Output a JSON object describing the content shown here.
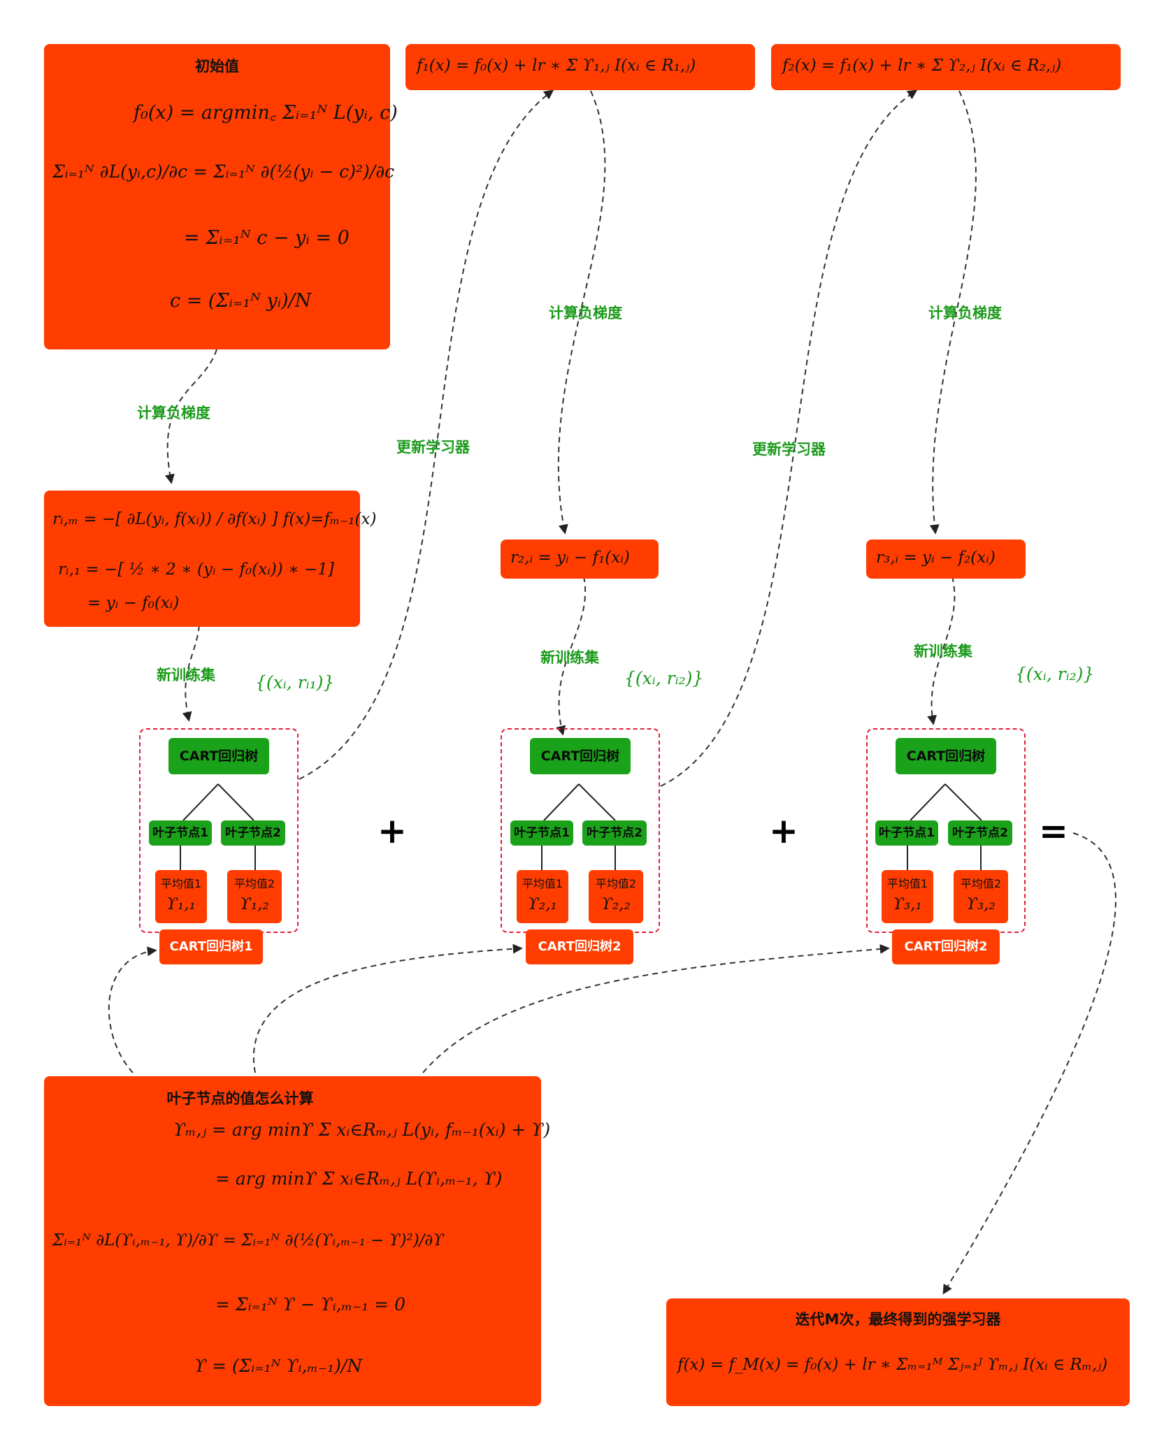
{
  "init_box": {
    "title": "初始值",
    "lines": [
      "f₀(x) = argmin꜀ Σᵢ₌₁ᴺ L(yᵢ, c)",
      "Σᵢ₌₁ᴺ ∂L(yᵢ,c)/∂c = Σᵢ₌₁ᴺ ∂(½(yᵢ − c)²)/∂c",
      "= Σᵢ₌₁ᴺ c − yᵢ = 0",
      "c = (Σᵢ₌₁ᴺ yᵢ)/N"
    ]
  },
  "residual_box": {
    "lines": [
      "rᵢ,ₘ = −[ ∂L(yᵢ, f(xᵢ)) / ∂f(xᵢ) ] f(x)=fₘ₋₁(x)",
      "rᵢ,₁ = −[ ½ ∗ 2 ∗ (yᵢ − f₀(xᵢ)) ∗ −1]",
      "= yᵢ − f₀(xᵢ)"
    ]
  },
  "update1": "f₁(x) = f₀(x) + lr ∗ Σ ϒ₁,ⱼ I(xᵢ ∈ R₁,ⱼ)",
  "update2": "f₂(x) = f₁(x) + lr ∗ Σ ϒ₂,ⱼ I(xᵢ ∈ R₂,ⱼ)",
  "residual2": "r₂,ᵢ = yᵢ − f₁(xᵢ)",
  "residual3": "r₃,ᵢ = yᵢ − f₂(xᵢ)",
  "labels": {
    "neg_grad": "计算负梯度",
    "update_learner": "更新学习器",
    "new_train_set": "新训练集"
  },
  "sets": [
    "{(xᵢ, rᵢ₁)}",
    "{(xᵢ, rᵢ₂)}",
    "{(xᵢ, rᵢ₂)}"
  ],
  "trees": [
    {
      "root": "CART回归树",
      "leaf1": "叶子节点1",
      "leaf2": "叶子节点2",
      "avg1": "平均值1",
      "avg2": "平均值2",
      "gamma1": "ϒ₁,₁",
      "gamma2": "ϒ₁,₂",
      "caption": "CART回归树1"
    },
    {
      "root": "CART回归树",
      "leaf1": "叶子节点1",
      "leaf2": "叶子节点2",
      "avg1": "平均值1",
      "avg2": "平均值2",
      "gamma1": "ϒ₂,₁",
      "gamma2": "ϒ₂,₂",
      "caption": "CART回归树2"
    },
    {
      "root": "CART回归树",
      "leaf1": "叶子节点1",
      "leaf2": "叶子节点2",
      "avg1": "平均值1",
      "avg2": "平均值2",
      "gamma1": "ϒ₃,₁",
      "gamma2": "ϒ₃,₂",
      "caption": "CART回归树2"
    }
  ],
  "ops": {
    "plus": "+",
    "equals": "="
  },
  "leaf_box": {
    "title": "叶子节点的值怎么计算",
    "lines": [
      "ϒₘ,ⱼ = arg minϒ Σ xᵢ∈Rₘ,ⱼ L(yᵢ, fₘ₋₁(xᵢ) + ϒ)",
      "= arg minϒ Σ xᵢ∈Rₘ,ⱼ L(ϒᵢ,ₘ₋₁, ϒ)",
      "Σᵢ₌₁ᴺ ∂L(ϒᵢ,ₘ₋₁, ϒ)/∂ϒ = Σᵢ₌₁ᴺ ∂(½(ϒᵢ,ₘ₋₁ − ϒ)²)/∂ϒ",
      "= Σᵢ₌₁ᴺ ϒ − ϒᵢ,ₘ₋₁ = 0",
      "ϒ = (Σᵢ₌₁ᴺ ϒᵢ,ₘ₋₁)/N"
    ]
  },
  "final_box": {
    "title": "迭代M次，最终得到的强学习器",
    "formula": "f(x) = f_M(x) = f₀(x) + lr ∗ Σₘ₌₁ᴹ Σⱼ₌₁ᴶ ϒₘ,ⱼ I(xᵢ ∈ Rₘ,ⱼ)"
  }
}
